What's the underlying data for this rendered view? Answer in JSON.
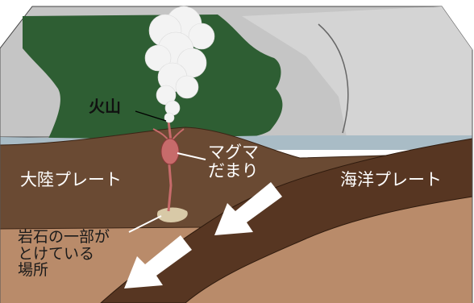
{
  "labels": {
    "volcano": "火山",
    "magma_chamber": "マグマ\nだまり",
    "continental_plate": "大陸プレート",
    "oceanic_plate": "海洋プレート",
    "partial_melting": "岩石の一部が\nとけている\n場所"
  },
  "colors": {
    "sky": "#c5c5c5",
    "sky_light": "#d4d4d4",
    "land": "#2e5e33",
    "sea": "#a9bcc6",
    "continental_plate": "#6a4a33",
    "oceanic_plate": "#573622",
    "mantle": "#b98b6a",
    "magma": "#c76b6b",
    "smoke": "#f3f3f3",
    "arrow": "#ffffff"
  },
  "icons": {
    "subduction_arrow": "arrow-down-left"
  }
}
